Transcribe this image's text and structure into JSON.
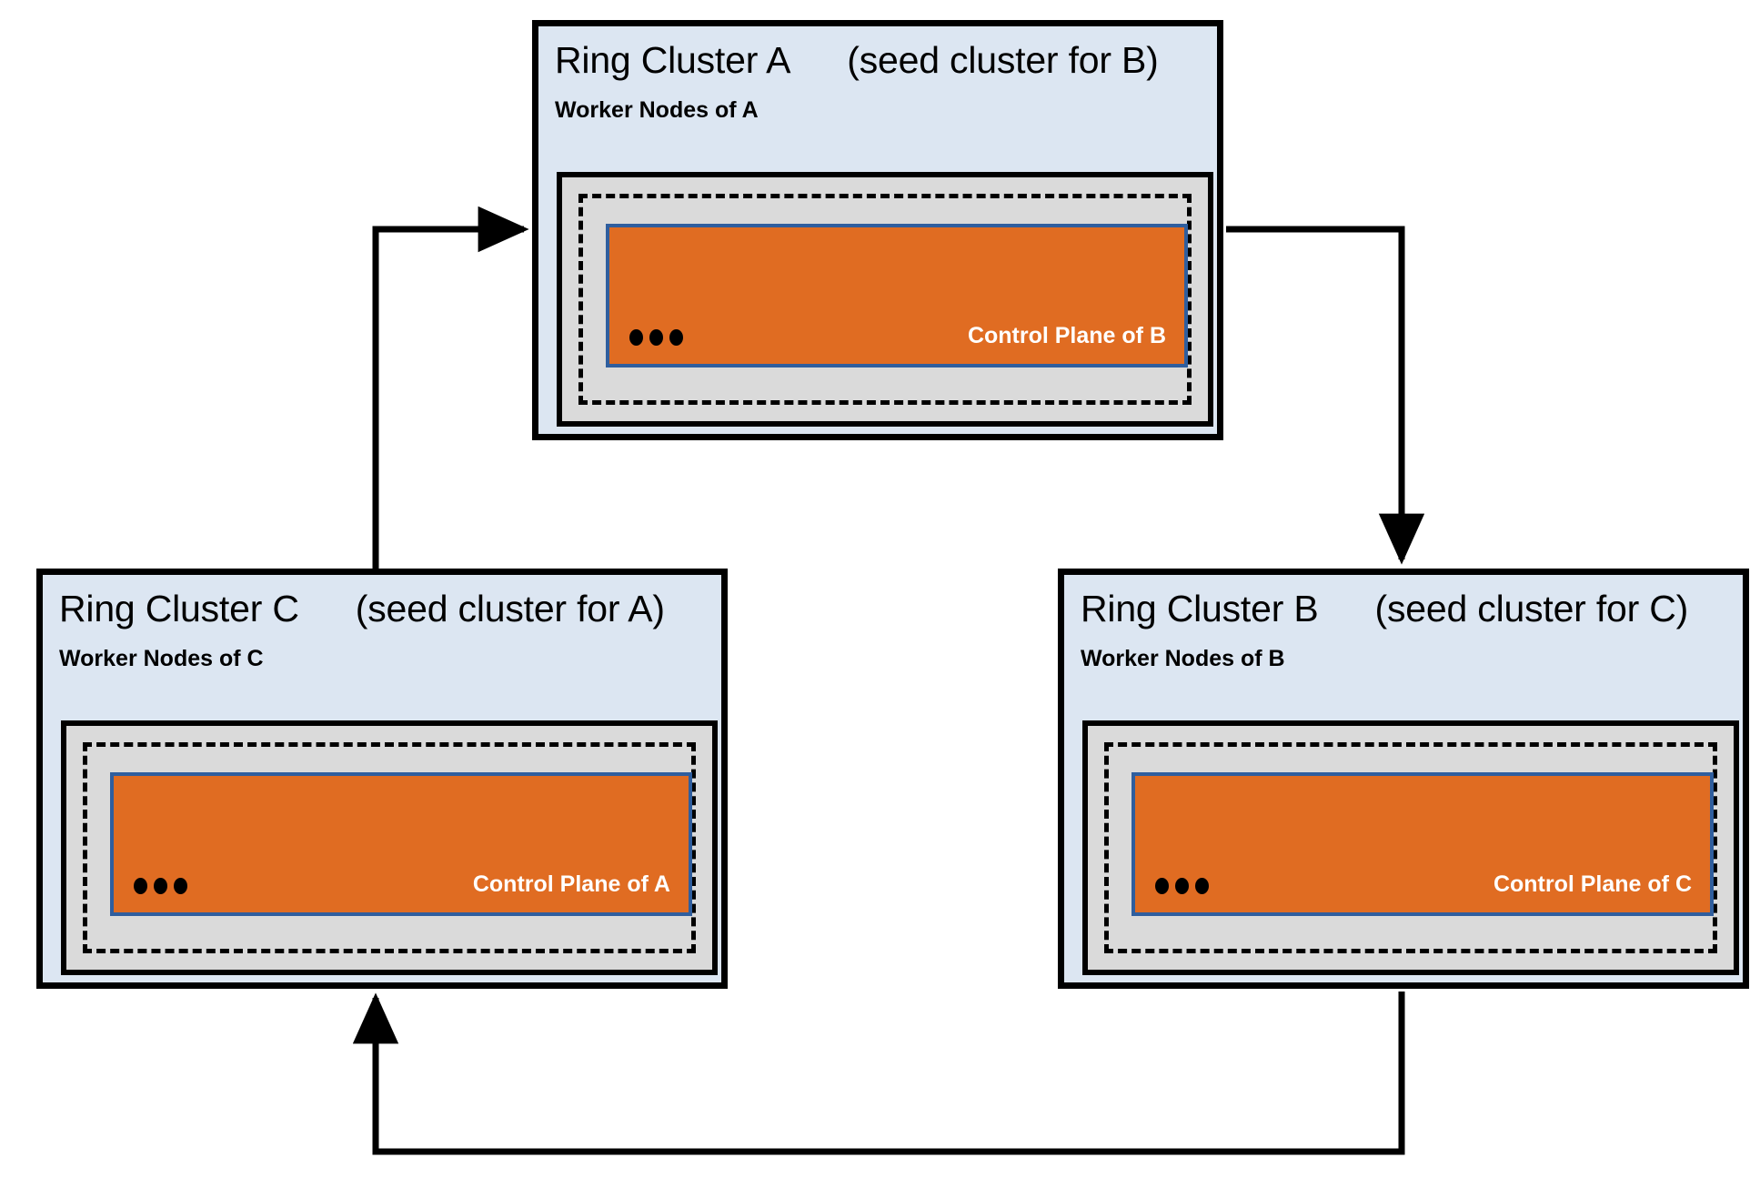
{
  "diagram": {
    "type": "ring-cluster-topology",
    "colors": {
      "cluster_background": "#dce6f2",
      "worker_nodes_background": "#dadada",
      "control_plane_fill": "#e06c22",
      "control_plane_border": "#2f5e9e",
      "outline": "#000000",
      "control_plane_text": "#ffffff"
    },
    "clusters": [
      {
        "id": "a",
        "title": "Ring Cluster A",
        "subtitle": "(seed cluster for B)",
        "worker_label": "Worker Nodes of A",
        "control_plane_label": "Control Plane of B",
        "ellipsis": "●●●"
      },
      {
        "id": "c",
        "title": "Ring Cluster C",
        "subtitle": "(seed cluster for A)",
        "worker_label": "Worker Nodes of C",
        "control_plane_label": "Control Plane of A",
        "ellipsis": "●●●"
      },
      {
        "id": "b",
        "title": "Ring Cluster B",
        "subtitle": "(seed cluster for C)",
        "worker_label": "Worker Nodes of B",
        "control_plane_label": "Control Plane of C",
        "ellipsis": "●●●"
      }
    ],
    "connections": [
      {
        "id": "c-to-a",
        "from": "c",
        "to": "a",
        "direction": "up-then-right"
      },
      {
        "id": "a-to-b",
        "from": "a",
        "to": "b",
        "direction": "right-then-down"
      },
      {
        "id": "b-to-c",
        "from": "b",
        "to": "c",
        "direction": "down-then-left-then-up"
      }
    ]
  }
}
